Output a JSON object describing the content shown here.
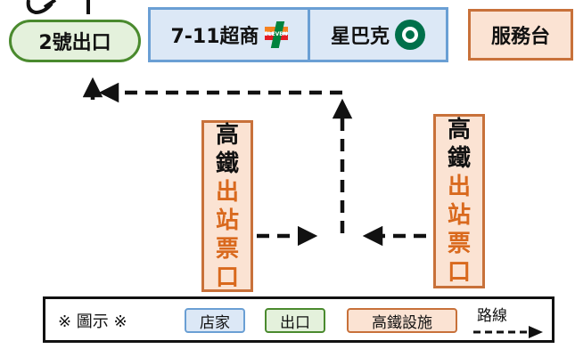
{
  "exit": {
    "label": "2號出口"
  },
  "stores": [
    {
      "label": "7-11超商",
      "logo": "711-logo"
    },
    {
      "label": "星巴克",
      "logo": "starbucks-logo"
    }
  ],
  "service": {
    "label": "服務台"
  },
  "gates": [
    {
      "line1": "高",
      "line2": "鐵",
      "line3": "出",
      "line4": "站",
      "line5": "票",
      "line6": "口"
    },
    {
      "line1": "高",
      "line2": "鐵",
      "line3": "出",
      "line4": "站",
      "line5": "票",
      "line6": "口"
    }
  ],
  "legend": {
    "title": "※ 圖示 ※",
    "store": "店家",
    "exit": "出口",
    "hsr": "高鐵設施",
    "route": "路線"
  },
  "colors": {
    "store_border": "#6a9fd4",
    "store_fill": "#dce8f6",
    "exit_border": "#4a8a2e",
    "exit_fill": "#e4f1dc",
    "hsr_border": "#c8713a",
    "hsr_fill": "#fbe3d3",
    "hsr_exit_text": "#d9691d",
    "route": "#111111"
  }
}
